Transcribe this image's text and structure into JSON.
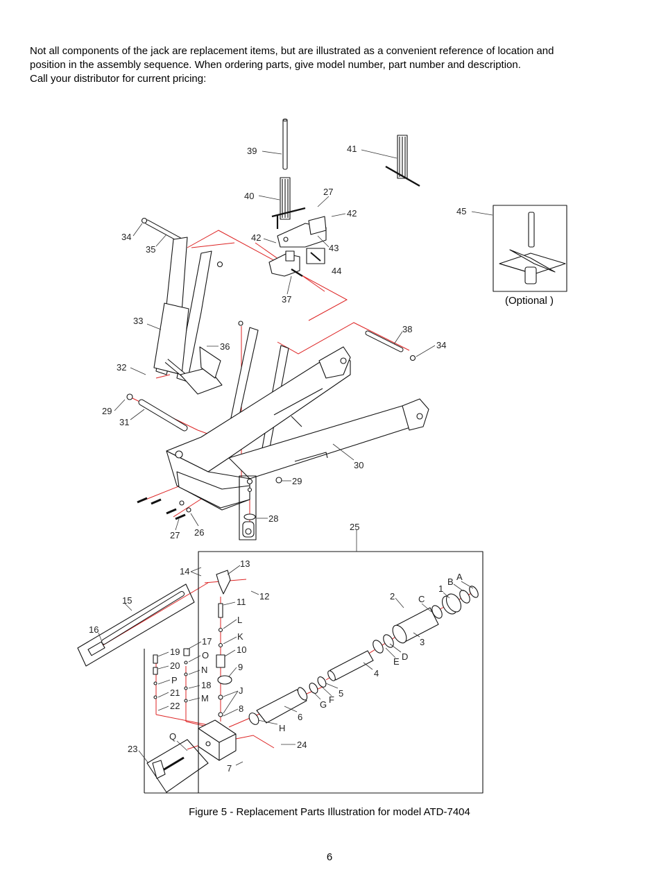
{
  "intro_lines": [
    "Not all components of the jack are replacement items, but are illustrated as a convenient reference of  location and",
    "position in the assembly sequence. When ordering parts, give model number, part number and description.",
    "Call  your distributor  for  current pricing:"
  ],
  "optional_label": "(Optional )",
  "caption": "Figure 5 - Replacement Parts Illustration for model ATD-7404",
  "page_number": "6",
  "part_labels": [
    "39",
    "41",
    "40",
    "27",
    "42",
    "45",
    "34",
    "35",
    "42",
    "43",
    "44",
    "37",
    "33",
    "36",
    "38",
    "34",
    "32",
    "29",
    "31",
    "30",
    "29",
    "28",
    "27",
    "26",
    "25",
    "14",
    "13",
    "12",
    "15",
    "11",
    "16",
    "L",
    "17",
    "K",
    "19",
    "10",
    "O",
    "20",
    "N",
    "9",
    "P",
    "18",
    "21",
    "J",
    "M",
    "22",
    "8",
    "Q",
    "23",
    "7",
    "24",
    "A",
    "B",
    "1",
    "C",
    "2",
    "3",
    "E",
    "D",
    "4",
    "5",
    "G",
    "F",
    "6",
    "H"
  ]
}
